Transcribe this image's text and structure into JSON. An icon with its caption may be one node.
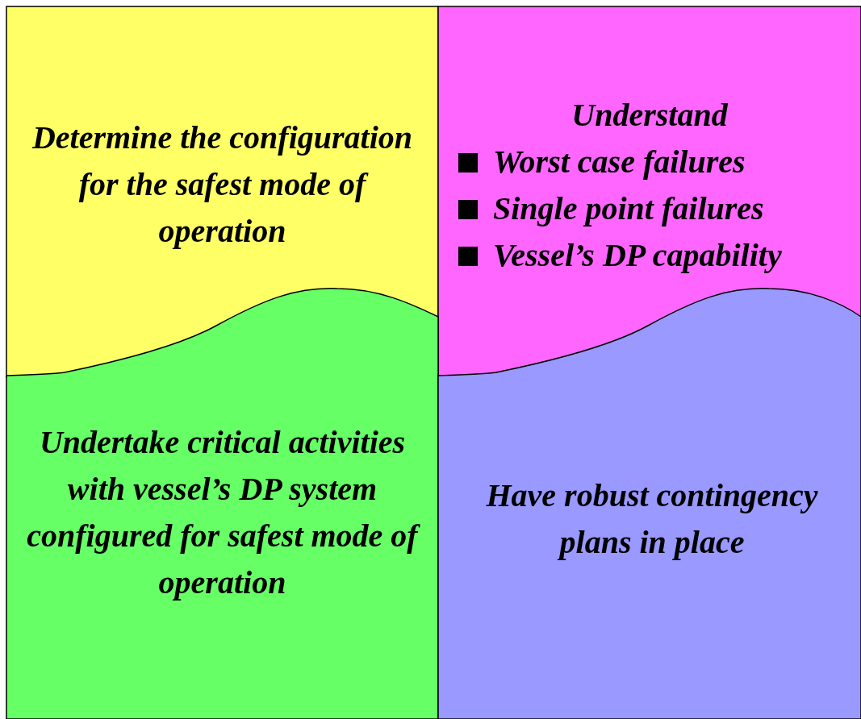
{
  "diagram": {
    "nodes": [
      {
        "text": [
          "Determine the configuration for the safest mode of operation"
        ]
      },
      {
        "text": [
          "Understand",
          "Worst case failures",
          "Single point failures",
          "Vessel’s DP capability"
        ]
      },
      {
        "text": [
          "Undertake critical activities with vessel’s DP system configured for safest mode of operation"
        ]
      },
      {
        "text": [
          "Have robust contingency plans in place"
        ]
      }
    ]
  }
}
